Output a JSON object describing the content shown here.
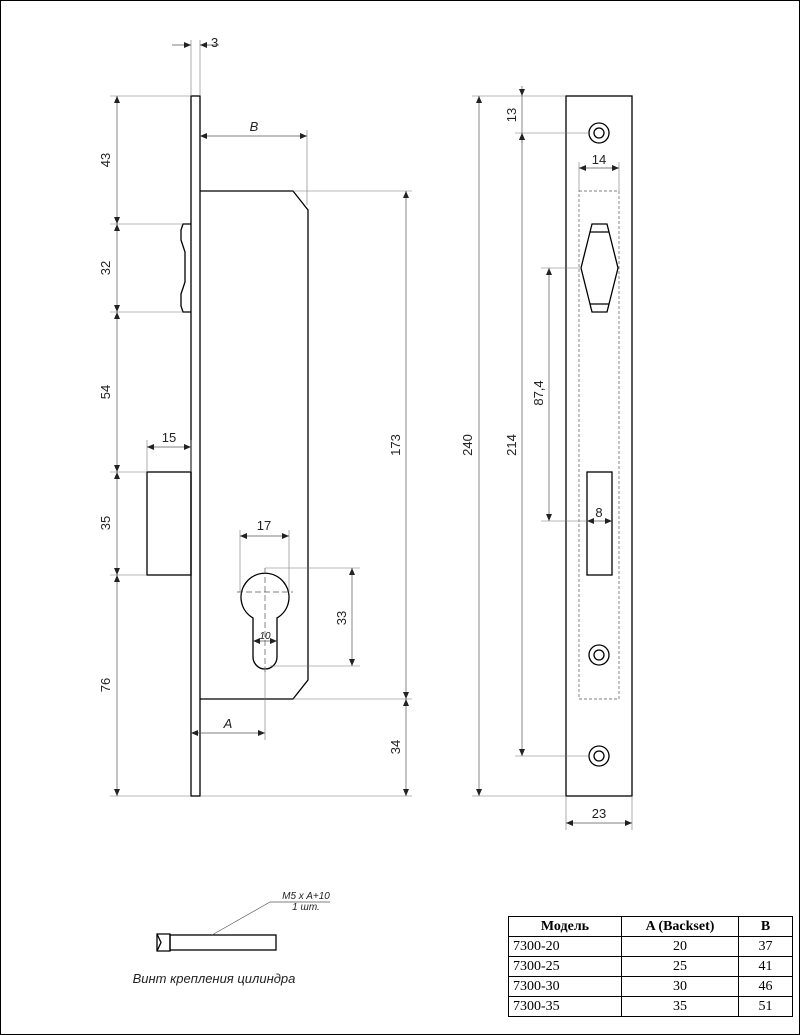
{
  "dimensions": {
    "faceplate_thickness": "3",
    "backset_b": "B",
    "d43": "43",
    "d32": "32",
    "d54": "54",
    "d35": "35",
    "d76": "76",
    "d15": "15",
    "d17": "17",
    "d33": "33",
    "d10": "10",
    "d173": "173",
    "d34": "34",
    "backset_a": "A",
    "d240": "240",
    "d13": "13",
    "d14": "14",
    "d214": "214",
    "d87_4": "87,4",
    "d8": "8",
    "d23": "23"
  },
  "screw": {
    "spec_line1": "M5 x A+10",
    "spec_line2": "1 шт.",
    "caption": "Винт крепления цилиндра"
  },
  "table": {
    "headers": [
      "Модель",
      "A (Backset)",
      "B"
    ],
    "rows": [
      [
        "7300-20",
        "20",
        "37"
      ],
      [
        "7300-25",
        "25",
        "41"
      ],
      [
        "7300-30",
        "30",
        "46"
      ],
      [
        "7300-35",
        "35",
        "51"
      ]
    ]
  }
}
